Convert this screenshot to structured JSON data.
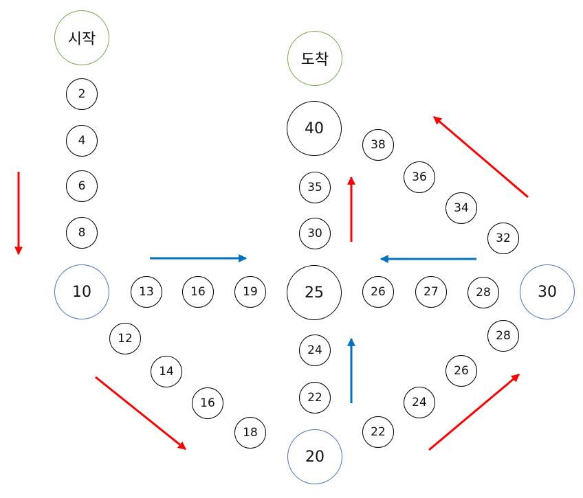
{
  "colors": {
    "circle_border": "#000000",
    "milestone_border": "#4472c4",
    "terminal_border": "#70ad47",
    "arrow_red": "#ff0000",
    "arrow_blue": "#0070c0"
  },
  "labels": {
    "start": "시작",
    "finish": "도착"
  },
  "left_column": [
    "2",
    "4",
    "6",
    "8"
  ],
  "corners": {
    "left": "10",
    "bottom": "20",
    "right": "30",
    "center": "25",
    "top": "40"
  },
  "left_to_center": [
    "13",
    "16",
    "19"
  ],
  "left_to_bottom": [
    "12",
    "14",
    "16",
    "18"
  ],
  "bottom_to_center": [
    "22",
    "24"
  ],
  "bottom_to_right": [
    "22",
    "24",
    "26",
    "28"
  ],
  "right_to_center": [
    "28",
    "27",
    "26"
  ],
  "right_to_top": [
    "32",
    "34",
    "36",
    "38"
  ],
  "center_to_top": [
    "30",
    "35"
  ],
  "arrows": [
    {
      "name": "arrow-down-left-column",
      "color": "red"
    },
    {
      "name": "arrow-right-to-center",
      "color": "blue"
    },
    {
      "name": "arrow-diag-down-right",
      "color": "red"
    },
    {
      "name": "arrow-up-to-center",
      "color": "blue"
    },
    {
      "name": "arrow-up-to-top",
      "color": "red"
    },
    {
      "name": "arrow-left-to-center",
      "color": "blue"
    },
    {
      "name": "arrow-diag-up-left",
      "color": "red"
    },
    {
      "name": "arrow-diag-up-right",
      "color": "red"
    }
  ]
}
